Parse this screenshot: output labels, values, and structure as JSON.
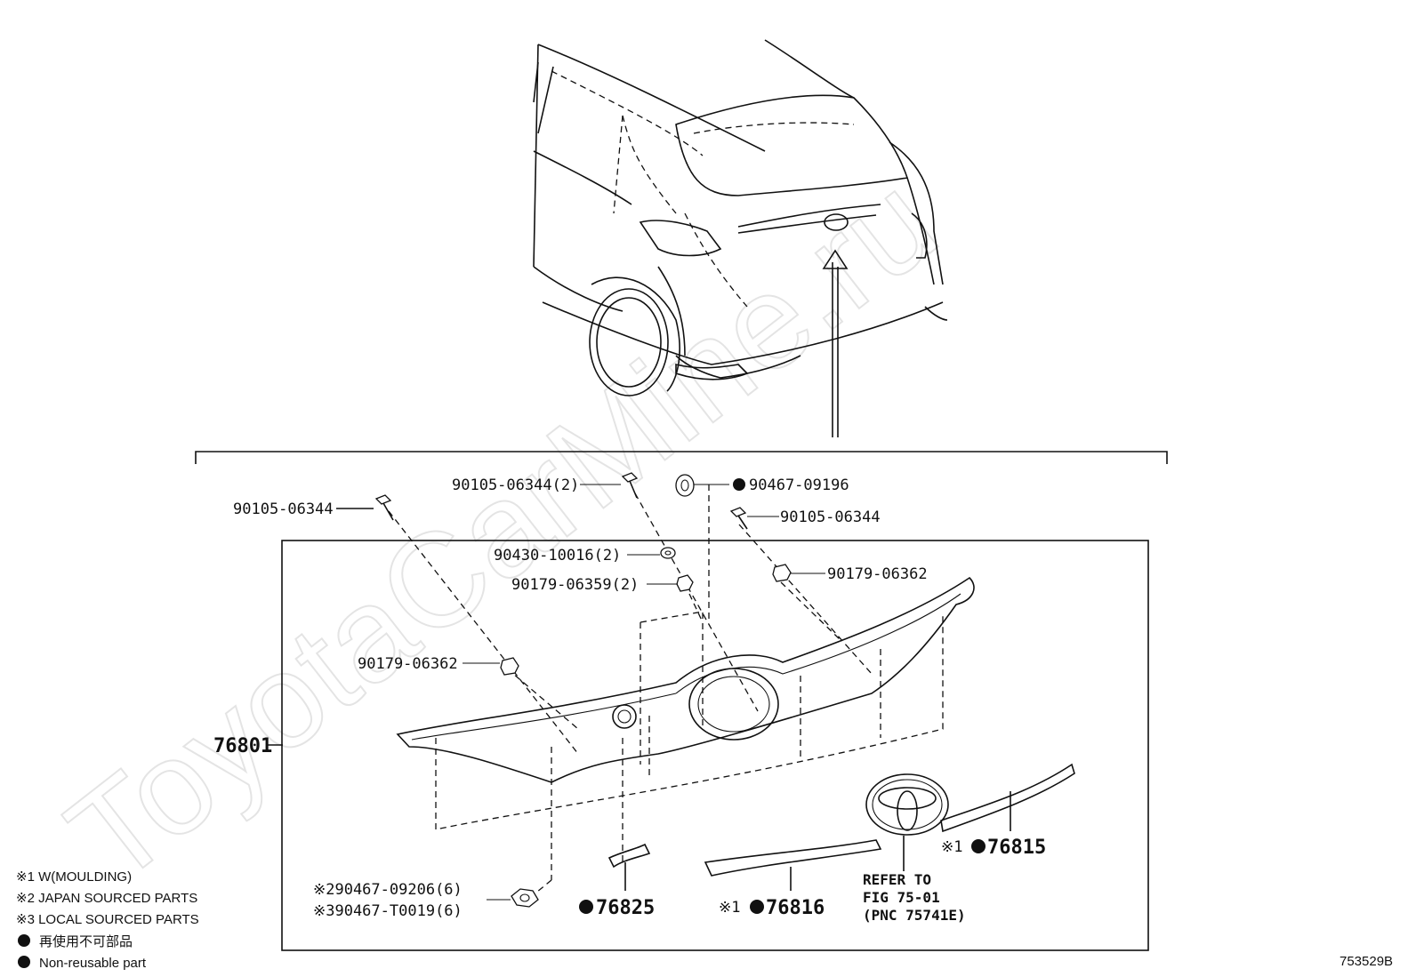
{
  "watermark": "ToyotaCarMine.ru",
  "figure_code": "753529B",
  "assembly_label": "76801",
  "callouts": {
    "c1": "90105-06344",
    "c2": "90105-06344(2)",
    "c3": "90467-09196",
    "c4": "90105-06344",
    "c5": "90430-10016(2)",
    "c6": "90179-06359(2)",
    "c7": "90179-06362",
    "c8": "90179-06362",
    "c9a": "※290467-09206(6)",
    "c9b": "※390467-T0019(6)",
    "c10": "76825",
    "c11_prefix": "※1",
    "c11": "76816",
    "c12_prefix": "※1",
    "c12": "76815"
  },
  "refer": {
    "line1": "REFER TO",
    "line2": "FIG 75-01",
    "line3": "(PNC 75741E)"
  },
  "legend": [
    "※1 W(MOULDING)",
    "※2 JAPAN SOURCED PARTS",
    "※3 LOCAL SOURCED PARTS",
    "再使用不可部品",
    "Non-reusable part"
  ]
}
